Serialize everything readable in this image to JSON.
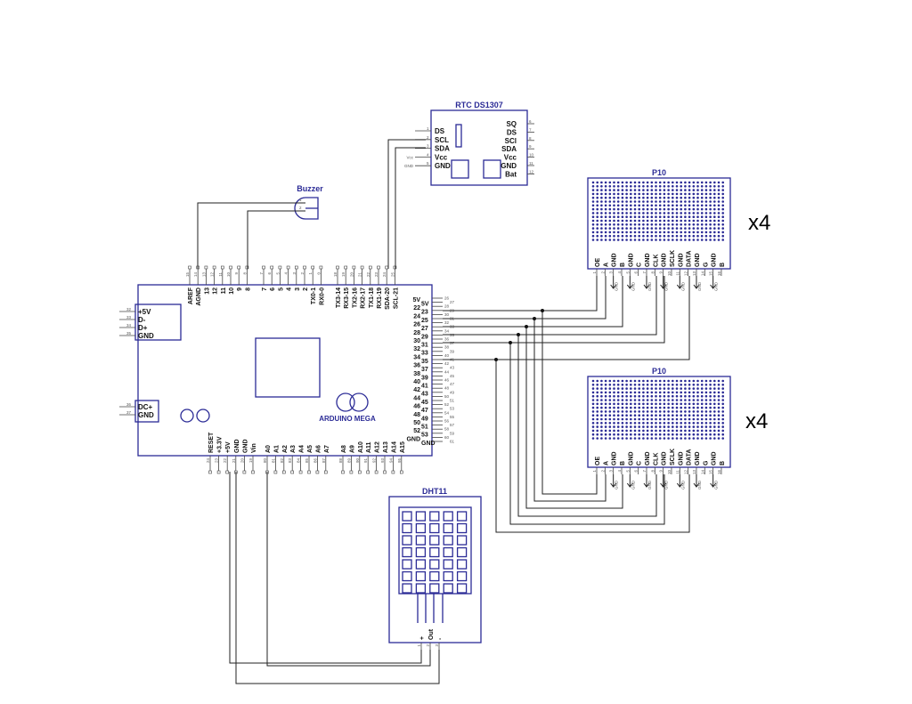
{
  "colors": {
    "component": "#2b2b96",
    "wire": "#222222"
  },
  "multiplier_top": "x4",
  "multiplier_bottom": "x4",
  "arduino": {
    "name": "ARDUINO MEGA",
    "top_pins": [
      {
        "n": "15",
        "l": "AREF"
      },
      {
        "n": "14",
        "l": "AGND"
      },
      {
        "n": "13",
        "l": "13"
      },
      {
        "n": "12",
        "l": "12"
      },
      {
        "n": "11",
        "l": "11"
      },
      {
        "n": "10",
        "l": "10"
      },
      {
        "n": "9",
        "l": "9"
      },
      {
        "n": "8",
        "l": "8"
      },
      {
        "n": "7",
        "l": "7"
      },
      {
        "n": "6",
        "l": "6"
      },
      {
        "n": "5",
        "l": "5"
      },
      {
        "n": "4",
        "l": "4"
      },
      {
        "n": "3",
        "l": "3"
      },
      {
        "n": "2",
        "l": "2"
      },
      {
        "n": "1",
        "l": "TX0-1"
      },
      {
        "n": "0",
        "l": "RX0-0"
      },
      {
        "n": "18",
        "l": "TX3-14"
      },
      {
        "n": "19",
        "l": "RX3-15"
      },
      {
        "n": "20",
        "l": "TX2-16"
      },
      {
        "n": "21",
        "l": "RX2-17"
      },
      {
        "n": "22",
        "l": "TX1-18"
      },
      {
        "n": "23",
        "l": "RX1-19"
      },
      {
        "n": "24",
        "l": "SDA-20"
      },
      {
        "n": "25",
        "l": "SCL-21"
      }
    ],
    "right_left_labels": [
      "5V",
      "22",
      "24",
      "26",
      "28",
      "30",
      "32",
      "34",
      "36",
      "38",
      "40",
      "42",
      "44",
      "46",
      "48",
      "50",
      "52",
      "GND"
    ],
    "right_inner_labels": [
      "5V",
      "23",
      "25",
      "27",
      "29",
      "31",
      "33",
      "35",
      "37",
      "39",
      "41",
      "43",
      "45",
      "47",
      "49",
      "51",
      "53",
      "GND"
    ],
    "bottom_pins": [
      {
        "n": "24",
        "l": "RESET"
      },
      {
        "n": "23",
        "l": "+3.3V"
      },
      {
        "n": "22",
        "l": "+5V"
      },
      {
        "n": "21",
        "l": "GND"
      },
      {
        "n": "20",
        "l": "GND"
      },
      {
        "n": "19",
        "l": "Vin"
      },
      {
        "n": "80",
        "l": "A0"
      },
      {
        "n": "81",
        "l": "A1"
      },
      {
        "n": "82",
        "l": "A2"
      },
      {
        "n": "83",
        "l": "A3"
      },
      {
        "n": "84",
        "l": "A4"
      },
      {
        "n": "85",
        "l": "A5"
      },
      {
        "n": "86",
        "l": "A6"
      },
      {
        "n": "87",
        "l": "A7"
      },
      {
        "n": "88",
        "l": "A8"
      },
      {
        "n": "89",
        "l": "A9"
      },
      {
        "n": "90",
        "l": "A10"
      },
      {
        "n": "91",
        "l": "A11"
      },
      {
        "n": "92",
        "l": "A12"
      },
      {
        "n": "93",
        "l": "A13"
      },
      {
        "n": "94",
        "l": "A14"
      },
      {
        "n": "95",
        "l": "A15"
      }
    ],
    "usb_pins": [
      {
        "n": "32",
        "l": "+5V"
      },
      {
        "n": "33",
        "l": "D-"
      },
      {
        "n": "34",
        "l": "D+"
      },
      {
        "n": "35",
        "l": "GND"
      }
    ],
    "dc_pins": [
      {
        "n": "36",
        "l": "DC+"
      },
      {
        "n": "37",
        "l": "GND"
      }
    ]
  },
  "rtc": {
    "title": "RTC DS1307",
    "left_pins": [
      {
        "n": "1",
        "l": "DS"
      },
      {
        "n": "2",
        "l": "SCL"
      },
      {
        "n": "3",
        "l": "SDA"
      },
      {
        "n": "4",
        "l": "Vcc"
      },
      {
        "n": "5",
        "l": "GND"
      }
    ],
    "left_nets": {
      "Vcc": "Vcc",
      "GND": "GND"
    },
    "right_pins": [
      {
        "n": "6",
        "l": "SQ"
      },
      {
        "n": "7",
        "l": "DS"
      },
      {
        "n": "8",
        "l": "SCl"
      },
      {
        "n": "9",
        "l": "SDA"
      },
      {
        "n": "10",
        "l": "Vcc"
      },
      {
        "n": "11",
        "l": "GND"
      },
      {
        "n": "12",
        "l": "Bat"
      }
    ]
  },
  "buzzer": {
    "title": "Buzzer",
    "pins": [
      "1",
      "2"
    ]
  },
  "p10_panels": [
    {
      "title": "P10",
      "pins": [
        "OE",
        "A",
        "GND",
        "B",
        "GND",
        "C",
        "GND",
        "CLK",
        "GND",
        "SCLK",
        "GND",
        "DATA",
        "GND",
        "G",
        "GND",
        "B"
      ]
    },
    {
      "title": "P10",
      "pins": [
        "OE",
        "A",
        "GND",
        "B",
        "GND",
        "C",
        "GND",
        "CLK",
        "GND",
        "SCLK",
        "GND",
        "DATA",
        "GND",
        "G",
        "GND",
        "B"
      ]
    }
  ],
  "dht11": {
    "title": "DHT11",
    "pins": [
      {
        "n": "1",
        "l": "+"
      },
      {
        "n": "2",
        "l": "Out"
      },
      {
        "n": "3",
        "l": "-"
      }
    ]
  }
}
